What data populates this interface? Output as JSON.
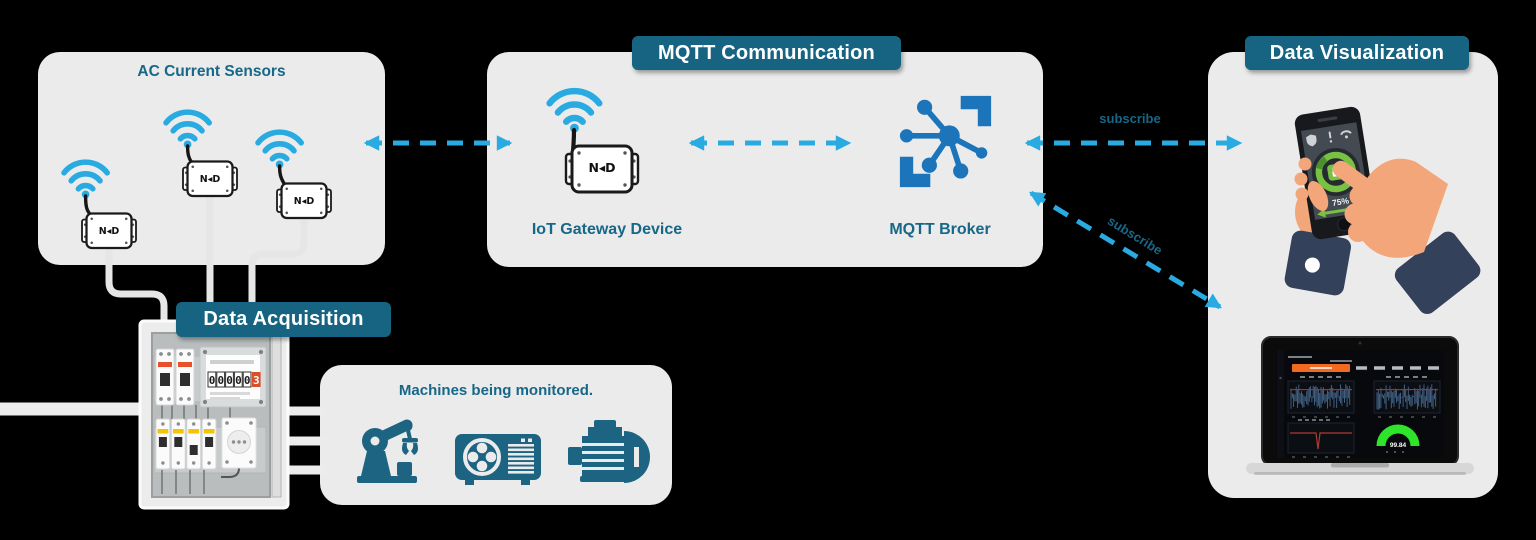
{
  "banners": {
    "acquisition": "Data Acquisition",
    "mqtt": "MQTT Communication",
    "visualization": "Data Visualization"
  },
  "labels": {
    "sensors_title": "AC Current Sensors",
    "gateway": "IoT Gateway Device",
    "broker": "MQTT Broker",
    "machines_title": "Machines being monitored.",
    "subscribe_top": "subscribe",
    "subscribe_diagonal": "subscribe"
  },
  "devices": {
    "logo": "N◂D"
  },
  "meter": {
    "digits": [
      "0",
      "0",
      "0",
      "0",
      "0"
    ],
    "last_digit": "3"
  },
  "phone": {
    "percent": "75%"
  },
  "laptop": {
    "gauge_value": "99.84"
  },
  "icons": {
    "sensor_radio": "wifi-icon",
    "broker": "mqtt-broker-network-icon",
    "machines": [
      "robot-arm-icon",
      "air-compressor-icon",
      "electric-motor-icon"
    ]
  },
  "colors": {
    "background": "#000000",
    "panel_gray": "#ebebeb",
    "banner_teal": "#166382",
    "teal_text": "#176788",
    "arrow_blue": "#29abe2",
    "broker_blue": "#1c75bb",
    "machine_teal": "#1c6482",
    "ring_green": "#79c143",
    "gauge_green": "#2fe52c",
    "dashboard_orange": "#f26a21"
  }
}
